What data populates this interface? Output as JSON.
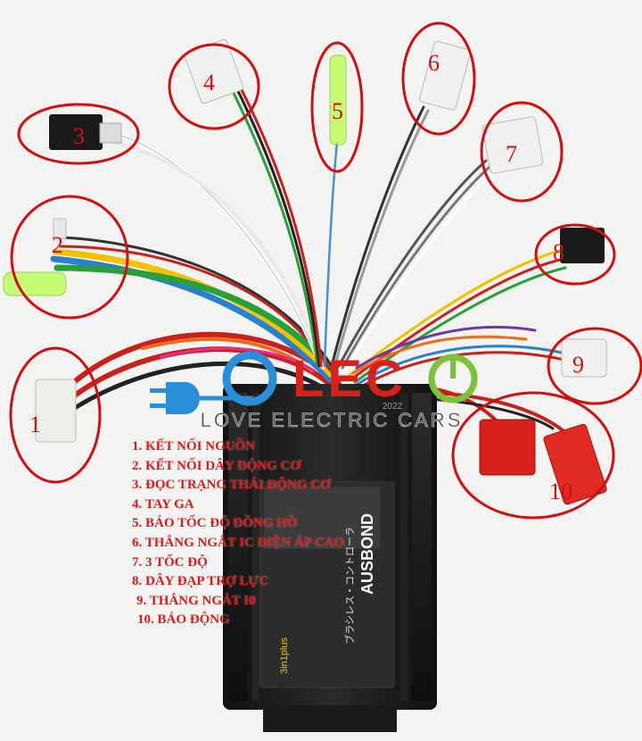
{
  "logo": {
    "mark": "LEC",
    "tagline": "LOVE ELECTRIC CARS",
    "year": "2022"
  },
  "controller": {
    "brand": "AUSBOND",
    "jp_label": "ブラシレス・コントローラ",
    "model_tag": "3in1plus"
  },
  "callouts": [
    "1",
    "2",
    "3",
    "4",
    "5",
    "6",
    "7",
    "8",
    "9",
    "10"
  ],
  "legend": [
    "1. KẾT NỐI NGUỒN",
    "2. KẾT NỐI DÂY ĐỘNG CƠ",
    "3. ĐỌC TRẠNG THÁI ĐỘNG CƠ",
    "4. TAY GA",
    "5. BÁO TỐC ĐỘ ĐỒNG HỒ",
    "6. THẮNG NGẮT IC ĐIỆN ÁP CAO",
    "7. 3 TỐC ĐỘ",
    "8. DÂY ĐẠP TRỢ LỰC",
    "9. THẮNG NGẮT I0",
    "10. BÁO ĐỘNG"
  ],
  "colors": {
    "annotation_red": "#d01010",
    "controller_body": "#1a1a1a",
    "logo_blue": "#2a8fd8",
    "logo_red": "#d8201c",
    "logo_green": "#7ac23a"
  }
}
